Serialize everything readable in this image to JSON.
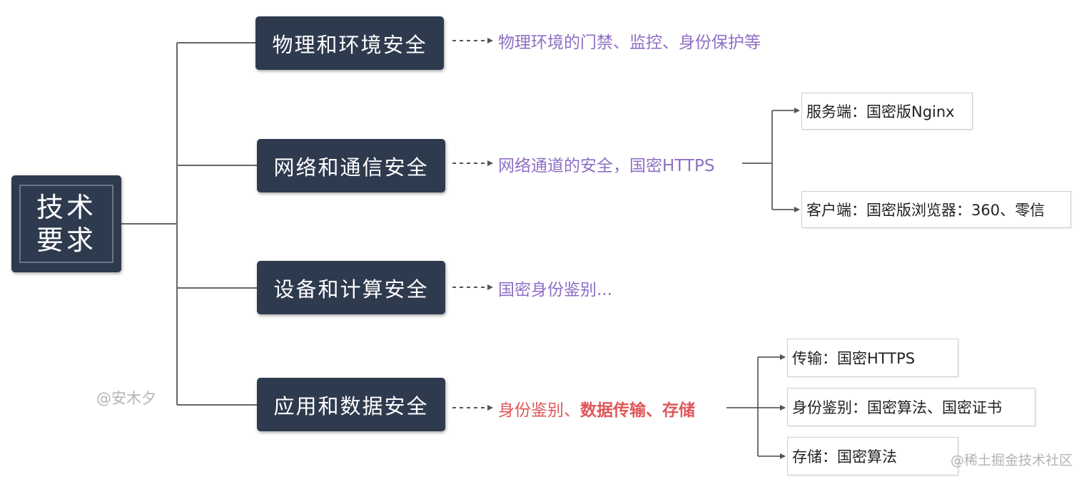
{
  "root": {
    "line1": "技术",
    "line2": "要求"
  },
  "categories": [
    {
      "label": "物理和环境安全"
    },
    {
      "label": "网络和通信安全"
    },
    {
      "label": "设备和计算安全"
    },
    {
      "label": "应用和数据安全"
    }
  ],
  "descriptions": {
    "physical": "物理环境的门禁、监控、身份保护等",
    "network": "网络通道的安全，国密HTTPS",
    "device": "国密身份鉴别...",
    "app_part1": "身份鉴别、",
    "app_part2": "数据传输、存储"
  },
  "leaves": {
    "server": "服务端：国密版Nginx",
    "client": "客户端：国密版浏览器：360、零信",
    "transport": "传输：国密HTTPS",
    "auth": "身份鉴别：国密算法、国密证书",
    "storage": "存储：国密算法"
  },
  "watermarks": {
    "author": "@安木夕",
    "site": "@稀土掘金技术社区"
  },
  "colors": {
    "dark_box": "#2e3a4e",
    "desc_purple": "#8e6fc4",
    "desc_red": "#e0575a"
  }
}
